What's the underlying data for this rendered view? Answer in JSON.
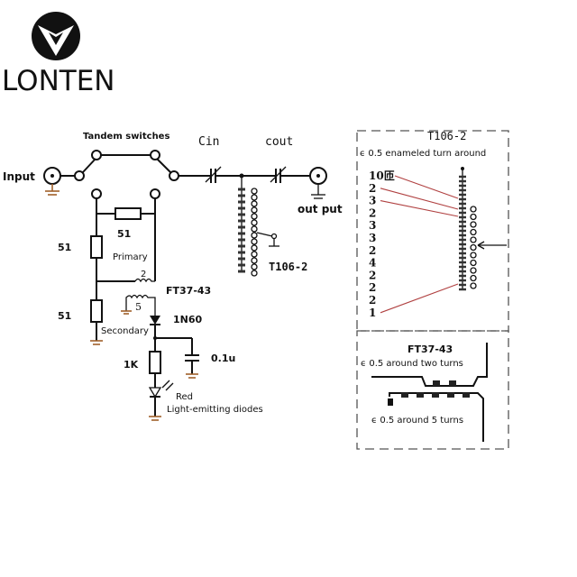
{
  "logo": {
    "brand": "LONTEN"
  },
  "circuit": {
    "input": "Input",
    "output": "out put",
    "tandem_switches": "Tandem switches",
    "cin": "Cin",
    "cout": "cout",
    "coil_label": "T106-2",
    "r_top": "51",
    "r_left_upper": "51",
    "r_left_lower": "51",
    "primary": "Primary",
    "primary_turns": "2",
    "transformer": "FT37-43",
    "secondary_turns": "5",
    "secondary": "Secondary",
    "diode": "1N60",
    "capacitor": "0.1u",
    "r_led": "1K",
    "led_color": "Red",
    "led_label": "Light-emitting diodes"
  },
  "t106_panel": {
    "title": "T106-2",
    "subtitle": "ϵ 0.5 enameled turn around",
    "turns": [
      "10匝",
      "2",
      "3",
      "2",
      "3",
      "3",
      "2",
      "4",
      "2",
      "2",
      "2",
      "1"
    ]
  },
  "ft37_panel": {
    "title": "FT37-43",
    "primary_note": "ϵ 0.5 around two turns",
    "secondary_note": "ϵ 0.5 around 5 turns"
  },
  "colors": {
    "ground": "#a0602a",
    "leader_lines": "#b04040"
  }
}
